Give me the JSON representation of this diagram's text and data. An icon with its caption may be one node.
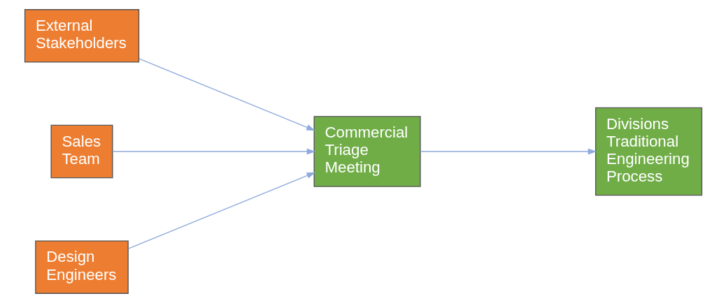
{
  "diagram": {
    "nodes": [
      {
        "text": [
          "External Stakeholders"
        ]
      },
      {
        "text": [
          "Sales Team"
        ]
      },
      {
        "text": [
          "Design Engineers"
        ]
      },
      {
        "text": [
          "Commercial Triage Meeting"
        ]
      },
      {
        "text": [
          "Divisions Traditional Engineering Process"
        ]
      }
    ],
    "edges": [
      {
        "from": 0,
        "to": 3,
        "arrow": "to"
      },
      {
        "from": 1,
        "to": 3,
        "arrow": "to"
      },
      {
        "from": 2,
        "to": 3,
        "arrow": "to"
      },
      {
        "from": 3,
        "to": 4,
        "arrow": "to"
      }
    ]
  }
}
